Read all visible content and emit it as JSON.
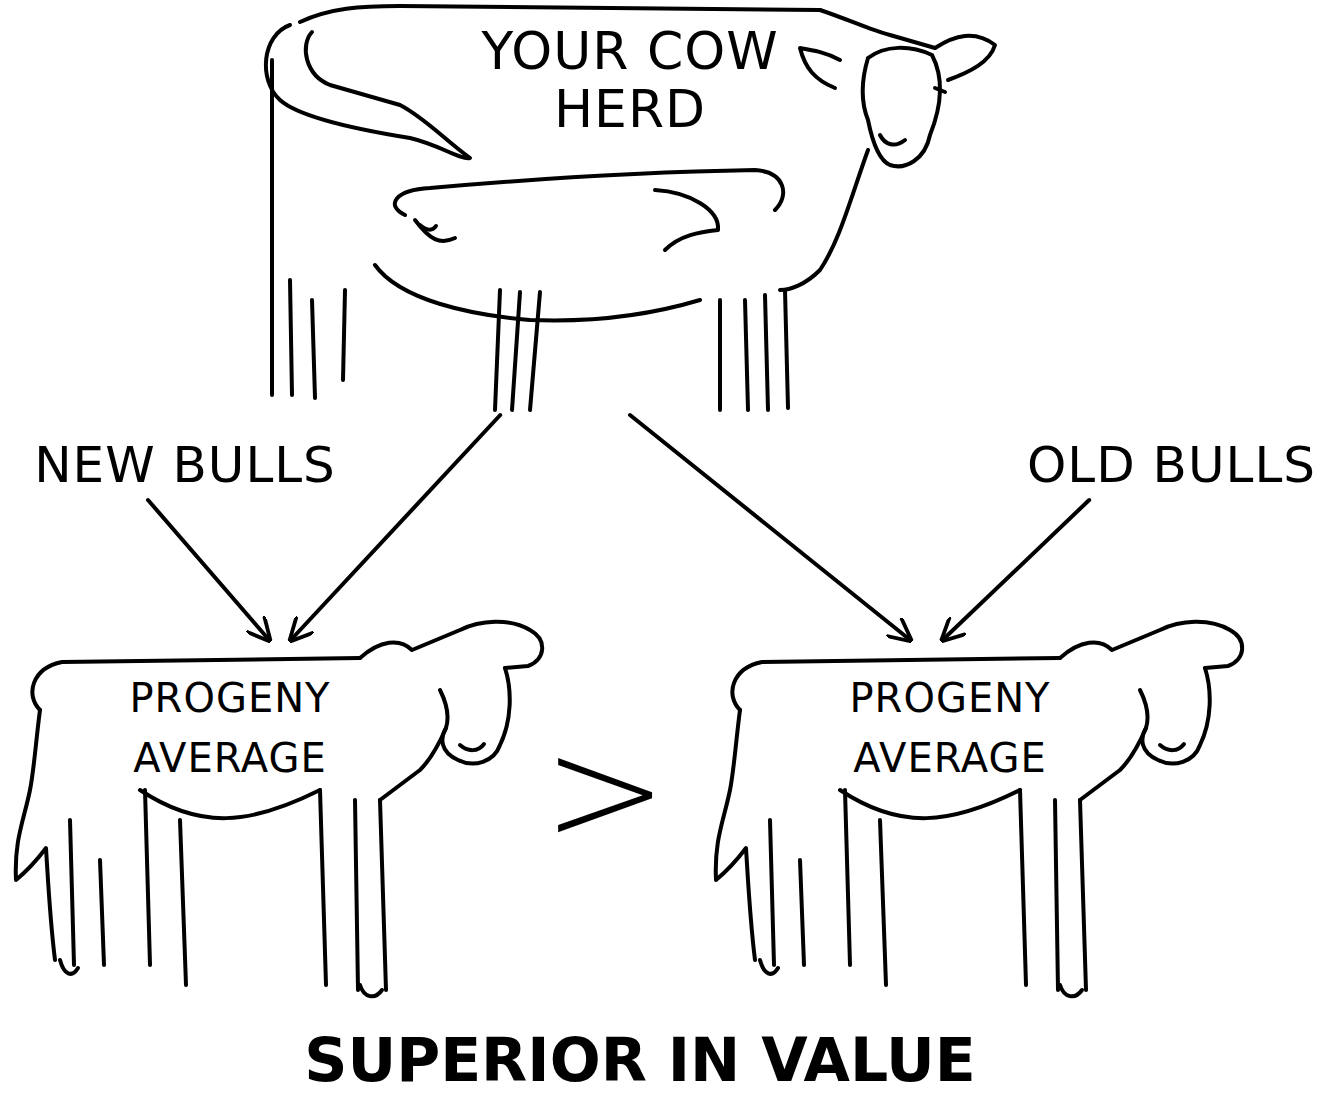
{
  "diagram": {
    "caption": "SUPERIOR IN VALUE",
    "nodes": [
      {
        "text": [
          "YOUR COW HERD"
        ]
      },
      {
        "text": [
          "NEW BULLS"
        ]
      },
      {
        "text": [
          "OLD BULLS"
        ]
      },
      {
        "text": [
          "PROGENY AVERAGE"
        ]
      },
      {
        "text": [
          "PROGENY AVERAGE"
        ]
      }
    ],
    "edges": [
      {
        "from": 0,
        "to": 3,
        "arrow": "to"
      },
      {
        "from": 1,
        "to": 3,
        "arrow": "to"
      },
      {
        "from": 0,
        "to": 4,
        "arrow": "to"
      },
      {
        "from": 2,
        "to": 4,
        "arrow": "to"
      }
    ],
    "labels": [
      ">"
    ]
  }
}
